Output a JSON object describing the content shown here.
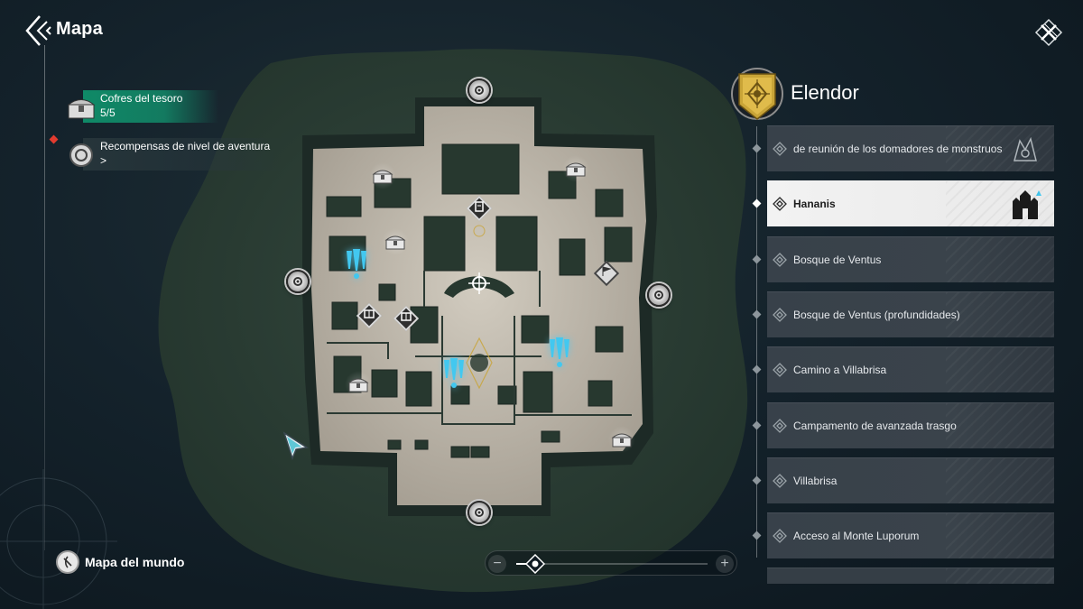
{
  "header": {
    "title": "Mapa"
  },
  "tracked": [
    {
      "label": "Cofres del tesoro",
      "sub": "5/5",
      "icon": "chest-icon",
      "color": "#0f8a67"
    },
    {
      "label": "Recompensas de nivel de aventura",
      "sub": ">",
      "icon": "reward-medal-icon",
      "badge": "red-diamond-icon"
    }
  ],
  "world_map": {
    "label": "Mapa del mundo",
    "icon": "globe-icon"
  },
  "zoom": {
    "minus": "−",
    "plus": "+",
    "level": 0.1
  },
  "region": {
    "name": "Elendor",
    "emblem": "gold-crest-icon",
    "locations": [
      {
        "label": "de reunión de los domadores de monstruos",
        "icon": "waypoint-icon",
        "glyph": "beast-crest-icon",
        "active": false
      },
      {
        "label": "Hananis",
        "icon": "waypoint-icon",
        "glyph": "castle-icon",
        "active": true
      },
      {
        "label": "Bosque de Ventus",
        "icon": "waypoint-icon",
        "active": false
      },
      {
        "label": "Bosque de Ventus (profundidades)",
        "icon": "waypoint-icon",
        "active": false
      },
      {
        "label": "Camino a Villabrisa",
        "icon": "waypoint-icon",
        "active": false
      },
      {
        "label": "Campamento de avanzada trasgo",
        "icon": "waypoint-icon",
        "active": false
      },
      {
        "label": "Villabrisa",
        "icon": "waypoint-icon",
        "active": false
      },
      {
        "label": "Acceso al Monte Luporum",
        "icon": "waypoint-icon",
        "active": false
      }
    ]
  },
  "map": {
    "markers": [
      {
        "kind": "gate",
        "icon": "portal-gate-icon"
      },
      {
        "kind": "gate",
        "icon": "portal-gate-icon"
      },
      {
        "kind": "gate",
        "icon": "portal-gate-icon"
      },
      {
        "kind": "gate",
        "icon": "portal-gate-icon"
      },
      {
        "kind": "chest",
        "icon": "treasure-chest-icon"
      },
      {
        "kind": "quest",
        "icon": "quest-exclamation-icon"
      },
      {
        "kind": "player",
        "icon": "player-cursor-icon"
      }
    ]
  },
  "colors": {
    "accent_green": "#0f8a67",
    "quest_cyan": "#42c8f0",
    "gold": "#c9a437",
    "panel": "#38414a",
    "panel_active": "#f0f0f0"
  }
}
